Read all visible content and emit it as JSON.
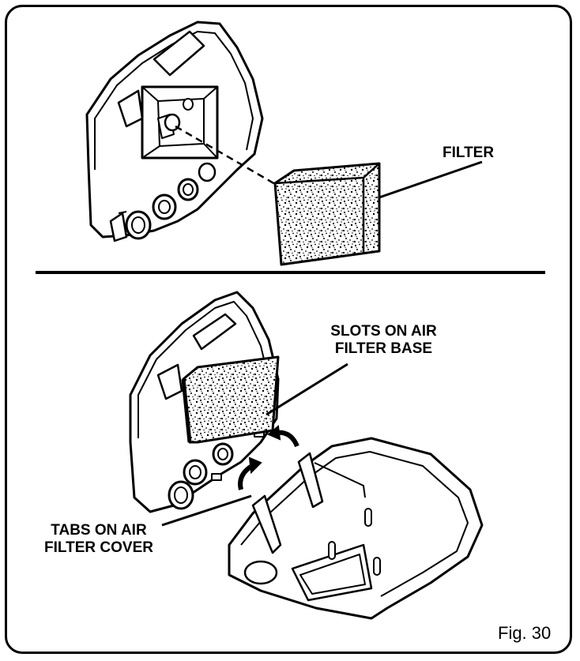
{
  "labels": {
    "filter": "FILTER",
    "slots_line1": "SLOTS ON AIR",
    "slots_line2": "FILTER BASE",
    "tabs_line1": "TABS ON AIR",
    "tabs_line2": "FILTER COVER",
    "figure": "Fig. 30"
  },
  "colors": {
    "ink": "#000000",
    "paper": "#ffffff"
  }
}
